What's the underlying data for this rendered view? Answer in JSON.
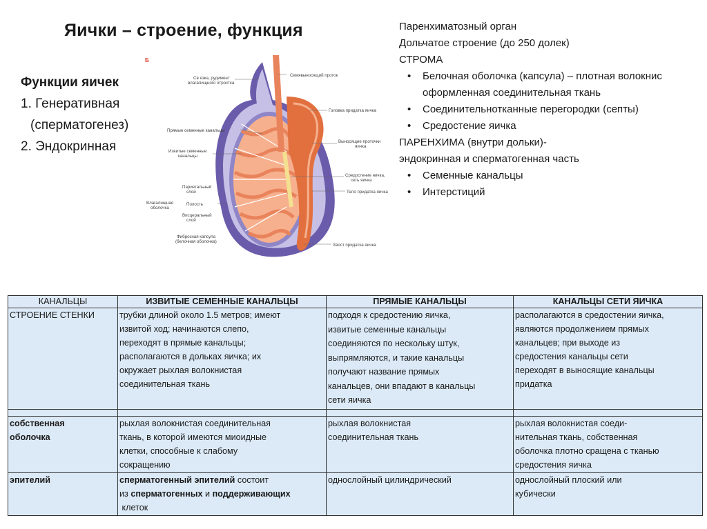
{
  "title": "Яички – строение, функция",
  "functions": {
    "heading": "Функции яичек",
    "item1_line1": "1.   Генеративная",
    "item1_line2": "(сперматогенез)",
    "item2": "2. Эндокринная"
  },
  "right_text": {
    "line1": "Паренхиматозный орган",
    "line2": "Дольчатое строение (до 250 долек)",
    "line3": "СТРОМА",
    "bullet1_a": "Белочная оболочка (капсула) – плотная волокнис",
    "bullet1_b": "оформленная соединительная ткань",
    "bullet2": "Соединительнотканные перегородки (септы)",
    "bullet3": "Средостение яичка",
    "line4": "ПАРЕНХИМА (внутри дольки)-",
    "line5": "эндокринная и сперматогенная часть",
    "bullet4": "Семенные канальцы",
    "bullet5": "Интерстиций",
    "bullet_char": "•"
  },
  "diagram": {
    "corner_letter": "Б",
    "labels": {
      "l1a": "Св язка, рудимент",
      "l1b": "влагалищного отростка",
      "l2": "Прямые семенные канальцы",
      "l3a": "Извитые семенные",
      "l3b": "канальцы",
      "l4a": "Париетальный",
      "l4b": "слой",
      "l5": "Полость",
      "l6a": "Висцеральный",
      "l6b": "слой",
      "l7a": "Влагалищная",
      "l7b": "оболочка",
      "l8a": "Фиброзная капсула",
      "l8b": "(белочная оболочка)",
      "r1": "Семявыносящий проток",
      "r2": "Головка придатка яичка",
      "r3a": "Выносящие проточки",
      "r3b": "яичка",
      "r4a": "Средостение яичка,",
      "r4b": "сеть яичка",
      "r5": "Тело придатка яичка",
      "r6": "Хвост придатка яичка"
    }
  },
  "table": {
    "headers": [
      "КАНАЛЬЦЫ",
      "ИЗВИТЫЕ СЕМЕННЫЕ КАНАЛЬЦЫ",
      "ПРЯМЫЕ КАНАЛЬЦЫ",
      "КАНАЛЬЦЫ СЕТИ ЯИЧКА"
    ],
    "row1": {
      "label": "СТРОЕНИЕ СТЕНКИ",
      "c1": [
        "трубки длиной около 1.5 метров; имеют",
        "извитой ход; начинаются слепо,",
        "переходят в прямые канальцы;",
        "располагаются в дольках яичка; их",
        "окружает рыхлая волокнистая",
        "соединительная ткань"
      ],
      "c2": [
        "подходя к средостению яичка,",
        "извитые семенные канальцы",
        "соединяются по нескольку штук,",
        "выпрямляются, и такие канальцы",
        "получают название прямых",
        "канальцев, они впадают в канальцы",
        "сети яичка"
      ],
      "c3": [
        "располагаются в средостении яичка,",
        "являются продолжением прямых",
        "канальцев; при выходе из",
        "средостения канальцы сети",
        "переходят в выносящие канальцы",
        "придатка"
      ]
    },
    "row2": {
      "label": [
        "собственная",
        "оболочка"
      ],
      "c1": [
        "рыхлая волокнистая соединительная",
        "ткань, в которой имеются миоидные",
        "клетки, способные к слабому",
        "сокращению"
      ],
      "c2": [
        "рыхлая волокнистая",
        "соединительная ткань"
      ],
      "c3": [
        "рыхлая волокнистая соеди-",
        "нительная ткань, собственная",
        "оболочка плотно сращена с тканью",
        "средостения яичка"
      ]
    },
    "row3": {
      "label": "эпителий",
      "c1_a_bold": "сперматогенный эпителий",
      "c1_a_rest": " состоит",
      "c1_b_pre": "из ",
      "c1_b_bold1": "сперматогенных",
      "c1_b_mid": " и ",
      "c1_b_bold2": "поддерживающих",
      "c1_c": " клеток",
      "c2": "однослойный цилиндрический",
      "c3": [
        "однослойный плоский или",
        "кубически"
      ]
    }
  },
  "colors": {
    "table_cell_bg": "#dceaf7",
    "tubule": "#e9835c",
    "tubule_light": "#f6b08d",
    "capsule_purple": "#6a5cab",
    "capsule_light": "#c6c0e6"
  }
}
